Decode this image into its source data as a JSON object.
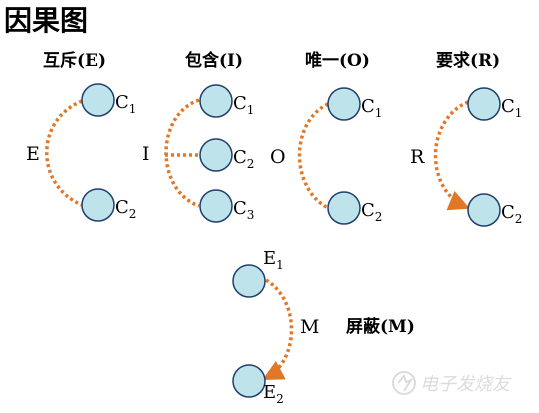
{
  "title": "因果图",
  "panels": [
    {
      "key": "E",
      "label": "互斥(E)",
      "relation_letter": "E",
      "nodes": [
        {
          "letter": "C",
          "sub": "1"
        },
        {
          "letter": "C",
          "sub": "2"
        }
      ],
      "arrowhead": false
    },
    {
      "key": "I",
      "label": "包含(I)",
      "relation_letter": "I",
      "nodes": [
        {
          "letter": "C",
          "sub": "1"
        },
        {
          "letter": "C",
          "sub": "2"
        },
        {
          "letter": "C",
          "sub": "3"
        }
      ],
      "arrowhead": false
    },
    {
      "key": "O",
      "label": "唯一(O)",
      "relation_letter": "O",
      "nodes": [
        {
          "letter": "C",
          "sub": "1"
        },
        {
          "letter": "C",
          "sub": "2"
        }
      ],
      "arrowhead": false
    },
    {
      "key": "R",
      "label": "要求(R)",
      "relation_letter": "R",
      "nodes": [
        {
          "letter": "C",
          "sub": "1"
        },
        {
          "letter": "C",
          "sub": "2"
        }
      ],
      "arrowhead": true
    },
    {
      "key": "M",
      "label": "屏蔽(M)",
      "relation_letter": "M",
      "nodes": [
        {
          "letter": "E",
          "sub": "1"
        },
        {
          "letter": "E",
          "sub": "2"
        }
      ],
      "arrowhead": true
    }
  ],
  "watermark": "电子发烧友",
  "colors": {
    "node_fill": "#bfe3ea",
    "node_stroke": "#1f3f6e",
    "connector": "#e07828",
    "text": "#000000",
    "watermark": "#d8d8d8"
  }
}
